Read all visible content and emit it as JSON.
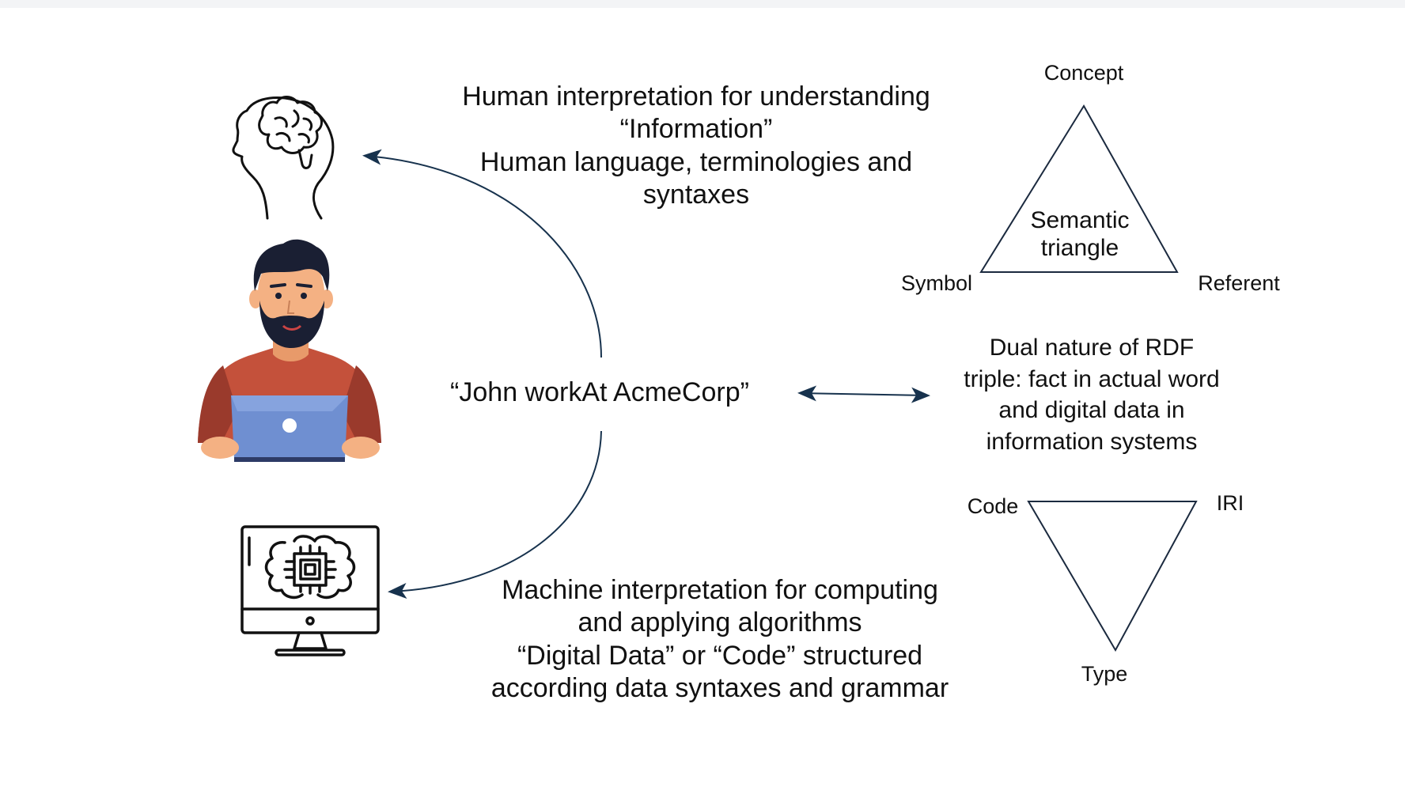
{
  "human_block": {
    "lines": [
      "Human interpretation for understanding",
      "“Information”",
      "Human language, terminologies and",
      "syntaxes"
    ]
  },
  "machine_block": {
    "lines": [
      "Machine interpretation for computing",
      "and applying algorithms",
      "“Digital Data” or “Code” structured",
      "according data syntaxes and grammar"
    ]
  },
  "triple_label": "“John workAt AcmeCorp”",
  "dual_nature": {
    "lines": [
      "Dual nature of RDF",
      "triple: fact in actual word",
      "and digital data in",
      "information systems"
    ]
  },
  "semantic_triangle": {
    "top": "Concept",
    "left": "Symbol",
    "right": "Referent",
    "center_lines": [
      "Semantic",
      "triangle"
    ]
  },
  "code_triangle": {
    "top_left": "Code",
    "top_right": "IRI",
    "bottom": "Type"
  },
  "colors": {
    "arrow": "#17324d",
    "triangle": "#1b2a3f",
    "shirt": "#c4513b",
    "laptop": "#6f8fd1",
    "hair": "#1a1f33",
    "skin": "#f4b183"
  }
}
